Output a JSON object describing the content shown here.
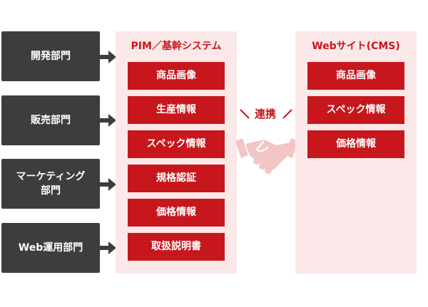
{
  "departments": [
    {
      "label": "開発部門"
    },
    {
      "label": "販売部門"
    },
    {
      "label": "マーケティング\n部門"
    },
    {
      "label": "Web運用部門"
    }
  ],
  "pim": {
    "title": "PIM／基幹システム",
    "items": [
      "商品画像",
      "生産情報",
      "スペック情報",
      "規格認証",
      "価格情報",
      "取扱説明書"
    ]
  },
  "link": {
    "label": "連携"
  },
  "cms": {
    "title": "Webサイト(CMS)",
    "items": [
      "商品画像",
      "スペック情報",
      "価格情報"
    ]
  },
  "colors": {
    "accent": "#c8161d",
    "panel_bg": "#fbe8e8",
    "dept_bg": "#3d3d3d",
    "icon_tint": "#f2c6c6"
  },
  "icons": {
    "arrow": "arrow-right-icon",
    "link": "handshake-icon"
  }
}
